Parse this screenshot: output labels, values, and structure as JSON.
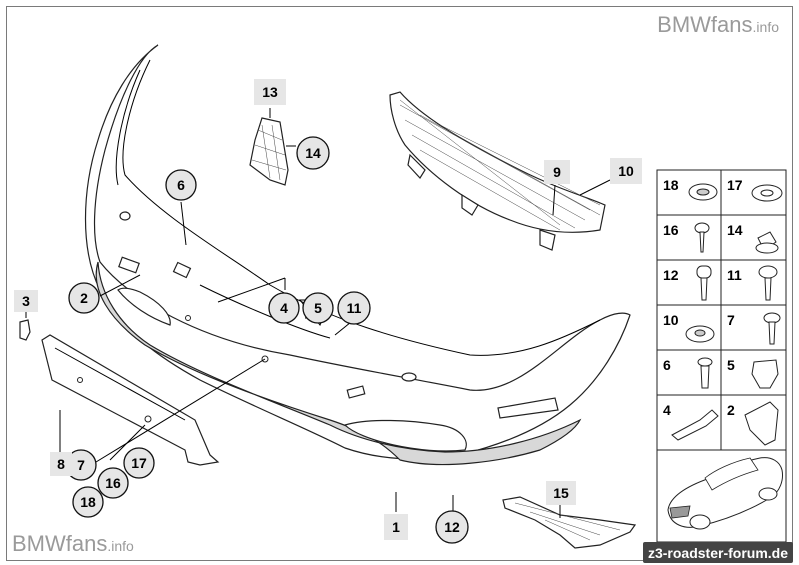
{
  "watermark_top": {
    "brand": "BMWfans",
    "suffix": ".info"
  },
  "watermark_bottom": {
    "brand": "BMWfans",
    "suffix": ".info"
  },
  "forum_badge": "z3-roadster-forum.de",
  "callouts_circled": [
    "2",
    "4",
    "5",
    "6",
    "7",
    "11",
    "12",
    "14",
    "16",
    "17",
    "18"
  ],
  "callouts_boxed": [
    "1",
    "3",
    "8",
    "9",
    "10",
    "13",
    "15"
  ],
  "labels": {
    "c1": "1",
    "c2": "2",
    "c3": "3",
    "c4": "4",
    "c5": "5",
    "c6": "6",
    "c7": "7",
    "c8": "8",
    "c9": "9",
    "c10": "10",
    "c11": "11",
    "c12": "12",
    "c13": "13",
    "c14": "14",
    "c15": "15",
    "c16": "16",
    "c17": "17",
    "c18": "18"
  },
  "legend": [
    {
      "left": "18",
      "right": "17"
    },
    {
      "left": "16",
      "right": "14"
    },
    {
      "left": "12",
      "right": "11"
    },
    {
      "left": "10",
      "right": "7"
    },
    {
      "left": "6",
      "right": "5"
    },
    {
      "left": "4",
      "right": "2"
    }
  ],
  "colors": {
    "callout_fill": "#e6e6e6",
    "line": "#222222",
    "badge": "#444444",
    "watermark": "#9a9a9a"
  }
}
